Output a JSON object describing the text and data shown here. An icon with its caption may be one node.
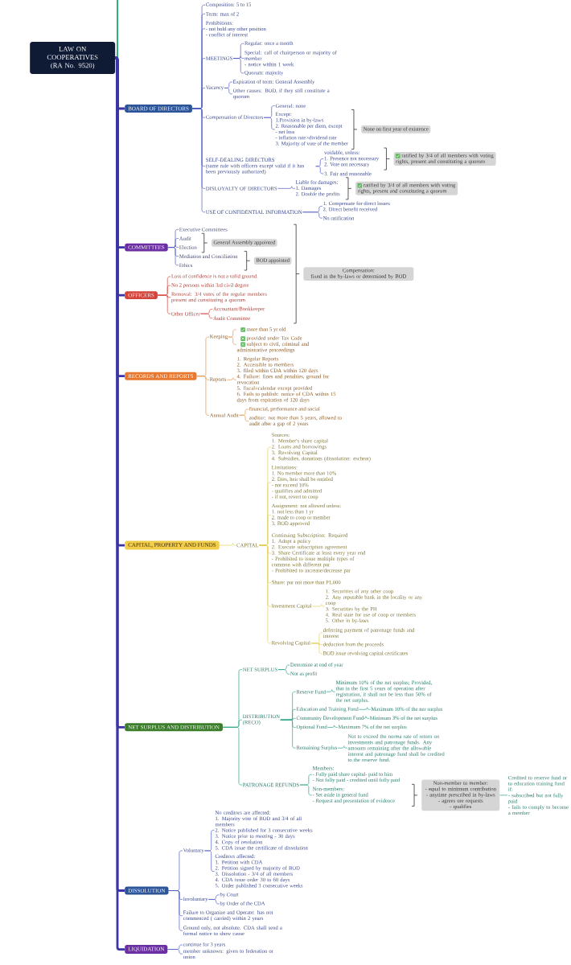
{
  "diagram": {
    "nodes": [
      {
        "text": [
          "LAW ON COOPERATIVES (RA No. 9520)"
        ]
      },
      {
        "text": [
          "BOARD OF DIRECTORS"
        ]
      },
      {
        "text": [
          "Composition: 5 to 15"
        ]
      },
      {
        "text": [
          "Term: max of 2"
        ]
      },
      {
        "text": [
          "Prohibitions:",
          "- not hold any other position",
          "- conflict of interest"
        ]
      },
      {
        "text": [
          "MEETINGS"
        ]
      },
      {
        "text": [
          "Regular: once a month"
        ]
      },
      {
        "text": [
          "Special: call of chairperson or majority of member",
          "- notice within 1 week"
        ]
      },
      {
        "text": [
          "Quorum: majority"
        ]
      },
      {
        "text": [
          "Vacancy"
        ]
      },
      {
        "text": [
          "Expiration of term: General Assembly"
        ]
      },
      {
        "text": [
          "Other causes: BOD, if they still constitute a quorum"
        ]
      },
      {
        "text": [
          "Compensation of Directors"
        ]
      },
      {
        "text": [
          "General: none"
        ]
      },
      {
        "text": [
          "Except:",
          "1.Provision in by-laws",
          "2. Reasonable per diem, except",
          "- net loss",
          "- inflation rate>dividend rate",
          "3. Majority of vote of the member"
        ]
      },
      {
        "text": [
          "None on first year of existence"
        ]
      },
      {
        "text": [
          "SELF-DEALING DIRECTORS",
          "(same rule with officers except valid if it has been previously authorized)"
        ]
      },
      {
        "text": [
          "voidable, unless:",
          "1. Presence not necessary",
          "2. Vote not necessary"
        ]
      },
      {
        "text": [
          "3. Fair and reasonable"
        ]
      },
      {
        "text": [
          "ratified by 3/4 of all members with voting rights, present and constituting a quorum"
        ]
      },
      {
        "text": [
          "DISLOYALTY OF DIRECTORS"
        ]
      },
      {
        "text": [
          "Liable for damages:",
          "1. Damages",
          "2. Double the profits"
        ]
      },
      {
        "text": [
          "ratified by 3/4 of all members with voting rights, present and constituting a quorum"
        ]
      },
      {
        "text": [
          "USE OF CONFIDENTIAL INFORMATION"
        ]
      },
      {
        "text": [
          "1. Compensate for direct losses",
          "2. Direct benefit received"
        ]
      },
      {
        "text": [
          "No ratification"
        ]
      },
      {
        "text": [
          "COMMITTEES"
        ]
      },
      {
        "text": [
          "Executive Committees"
        ]
      },
      {
        "text": [
          "Audit"
        ]
      },
      {
        "text": [
          "Election"
        ]
      },
      {
        "text": [
          "Mediation and Conciliation"
        ]
      },
      {
        "text": [
          "Ethics"
        ]
      },
      {
        "text": [
          "General Assembly appointed"
        ]
      },
      {
        "text": [
          "BOD appointed"
        ]
      },
      {
        "text": [
          "Compensation:",
          "fixed in the by-laws or determined by BOD"
        ]
      },
      {
        "text": [
          "OFFICERS"
        ]
      },
      {
        "text": [
          "Loss of confidence is not a valid ground."
        ]
      },
      {
        "text": [
          "No 2 persons within 3rd civil degree"
        ]
      },
      {
        "text": [
          "Removal: 3/4 votes of the regular members present  and constituting a quorum"
        ]
      },
      {
        "text": [
          "Other Officer"
        ]
      },
      {
        "text": [
          "Accountant/Bookkeeper"
        ]
      },
      {
        "text": [
          "Audit Committee"
        ]
      },
      {
        "text": [
          "RECORDS AND REPORTS"
        ]
      },
      {
        "text": [
          "Keeping"
        ]
      },
      {
        "text": [
          "more than 5 yr old"
        ]
      },
      {
        "text": [
          "provided under Tax Code",
          "subject to civil, criminal and administrative proceedings"
        ]
      },
      {
        "text": [
          "Reports"
        ]
      },
      {
        "text": [
          "1. Regular Reports",
          "2. Accessible to members",
          "3. filed within CDA within 120 days",
          "4. Failure: fines and penalties, ground for revocation",
          "5. fiscal=calendar except provided",
          "6. Fails to publish: notice of CDA within 15 days from expiration of 120 days"
        ]
      },
      {
        "text": [
          "Annual Audit"
        ]
      },
      {
        "text": [
          "financial, performance and social"
        ]
      },
      {
        "text": [
          "auditor: not more than 5 years, allowed to audit after a gap of 2 years"
        ]
      },
      {
        "text": [
          "CAPITAL, PROPERTY AND FUNDS"
        ]
      },
      {
        "text": [
          "CAPITAL"
        ]
      },
      {
        "text": [
          "Sources:",
          "1. Member's share capital",
          "2. Loans and borrowings",
          "3. Revolving Capital",
          "4. Subsidies, donations (dissolution: escheat)"
        ]
      },
      {
        "text": [
          "Limitations:",
          "1. No member more than 10%",
          "2. Dies, heir shall be entitled",
          "- not exceed 10%",
          "- qualifies and admitted",
          "- if not, revert to coop"
        ]
      },
      {
        "text": [
          "Assignment: not allowed unless:",
          "1. not less than 1 yr",
          "2. made to coop or member",
          "3. BOD approved"
        ]
      },
      {
        "text": [
          "Continuing Subscription: Required",
          "1. Adopt a policy",
          "2. Execute subscription agreement",
          "3. Share Certificate at least every year end",
          "- Prohibited to issue multiple types of common with different par",
          "- Prohibited to increase/decrease par"
        ]
      },
      {
        "text": [
          "Share: par not more than P1,000"
        ]
      },
      {
        "text": [
          "Investment Capital"
        ]
      },
      {
        "text": [
          "1. Securities of any other coop",
          "2. Any reputable bank in the locality or any coop",
          "3. Securities by the PH",
          "4. Real state for use of coop or members",
          "5. Other in by-laws"
        ]
      },
      {
        "text": [
          "Revolving Capital"
        ]
      },
      {
        "text": [
          "deferring payment of patronage funds and interest"
        ]
      },
      {
        "text": [
          "deduction from the proceeds"
        ]
      },
      {
        "text": [
          "BOD issue revolving capital certificates"
        ]
      },
      {
        "text": [
          "NET SURPLUS AND DISTRIBUTION"
        ]
      },
      {
        "text": [
          "NET SURPLUS"
        ]
      },
      {
        "text": [
          "Determine at end of year"
        ]
      },
      {
        "text": [
          "Not as profit"
        ]
      },
      {
        "text": [
          "DISTRIBUTION",
          "(RECO)"
        ]
      },
      {
        "text": [
          "Reserve Fund"
        ]
      },
      {
        "text": [
          "Minimum 10% of the net surplus; Provided, that in the first 5 years of operation after registration, it shall not be less than 50% of the net surplus."
        ]
      },
      {
        "text": [
          "Education and Training Fund"
        ]
      },
      {
        "text": [
          "Maximum 10% of the ner surplus"
        ]
      },
      {
        "text": [
          "Community Development Fund"
        ]
      },
      {
        "text": [
          "Minimum 3% of the net surplus"
        ]
      },
      {
        "text": [
          "Optional Fund"
        ]
      },
      {
        "text": [
          "Maximum 7% of the net surplus"
        ]
      },
      {
        "text": [
          "Remaining Surplus"
        ]
      },
      {
        "text": [
          "Not to exceed the norma rate of return on investments and patronage funds. Any amounts remaining after the allowable interest and patronage fund shall be credited to the reserve fund."
        ]
      },
      {
        "text": [
          "PATRONAGE REFUNDS"
        ]
      },
      {
        "text": [
          "Members:",
          "- Fully paid share capital- paid to him",
          "- Not fully paid - credited until fully paid"
        ]
      },
      {
        "text": [
          "Non-members:",
          "- Set aside in general fund",
          "- Request and presentation of evidence"
        ]
      },
      {
        "text": [
          "Non-member to member:",
          "- equal to minimum contribution",
          "- anytime prescribed in by-laws",
          "- agrees ore requests",
          "- qualifies"
        ]
      },
      {
        "text": [
          "Credited to reserve fund or to education training fund if:",
          "- subscribed but not fully paid",
          "- fails to comply to become a member"
        ]
      },
      {
        "text": [
          "DISSOLUTION"
        ]
      },
      {
        "text": [
          "Voluntary"
        ]
      },
      {
        "text": [
          "No creditors are affected:",
          "1. Majority vote of BOD and 3/4 of all members",
          "2. Notice published for 3 consecutive weeks",
          "3. Notice prior to meeting - 30 days",
          "4. Copy of resolution",
          "5. CDA issue the certificate of dissolution"
        ]
      },
      {
        "text": [
          "Creditors affected:",
          "1. Petition with CDA",
          "2. Petition signed by majority of BOD",
          "3. Dissolution - 3/4 of all members",
          "4. CDA issue order 30 to 60 days",
          "5. Order published 3 consecutive weeks"
        ]
      },
      {
        "text": [
          "Involuntary"
        ]
      },
      {
        "text": [
          "by Court"
        ]
      },
      {
        "text": [
          "by Order of the CDA"
        ]
      },
      {
        "text": [
          "Failure to Organize and Operate: has not commenced ( carried) within 2 years"
        ]
      },
      {
        "text": [
          "Ground only, not absolute. CDA shall send a formal notice to show cause"
        ]
      },
      {
        "text": [
          "LIQUIDATION"
        ]
      },
      {
        "text": [
          "continue for 3 years"
        ]
      },
      {
        "text": [
          "member unknown: given to federation or union"
        ]
      }
    ],
    "edges": [
      {
        "from": 0,
        "to": 1,
        "arrow": "none",
        "style": "thick",
        "color": "#3b35a6"
      },
      {
        "from": 0,
        "to": 26,
        "arrow": "none",
        "style": "thick",
        "color": "#3b35a6"
      },
      {
        "from": 0,
        "to": 35,
        "arrow": "none",
        "style": "thick",
        "color": "#3b35a6"
      },
      {
        "from": 0,
        "to": 42,
        "arrow": "none",
        "style": "thick",
        "color": "#3b35a6"
      },
      {
        "from": 0,
        "to": 51,
        "arrow": "none",
        "style": "thick",
        "color": "#3b35a6"
      },
      {
        "from": 0,
        "to": 64,
        "arrow": "none",
        "style": "thick",
        "color": "#3b35a6"
      },
      {
        "from": 0,
        "to": 84,
        "arrow": "none",
        "style": "thick",
        "color": "#3b35a6"
      },
      {
        "from": 0,
        "to": 93,
        "arrow": "none",
        "style": "thick",
        "color": "#3b35a6"
      },
      {
        "from": 1,
        "to": 2,
        "arrow": "none"
      },
      {
        "from": 1,
        "to": 3,
        "arrow": "none"
      },
      {
        "from": 1,
        "to": 4,
        "arrow": "none"
      },
      {
        "from": 1,
        "to": 5,
        "arrow": "none"
      },
      {
        "from": 1,
        "to": 9,
        "arrow": "none"
      },
      {
        "from": 1,
        "to": 12,
        "arrow": "none"
      },
      {
        "from": 1,
        "to": 16,
        "arrow": "none"
      },
      {
        "from": 1,
        "to": 20,
        "arrow": "none"
      },
      {
        "from": 1,
        "to": 23,
        "arrow": "none"
      },
      {
        "from": 5,
        "to": 6,
        "arrow": "none"
      },
      {
        "from": 5,
        "to": 7,
        "arrow": "none"
      },
      {
        "from": 5,
        "to": 8,
        "arrow": "none"
      },
      {
        "from": 9,
        "to": 10,
        "arrow": "none"
      },
      {
        "from": 9,
        "to": 11,
        "arrow": "none"
      },
      {
        "from": 12,
        "to": 13,
        "arrow": "none"
      },
      {
        "from": 12,
        "to": 14,
        "arrow": "none"
      },
      {
        "from": 16,
        "to": 17,
        "arrow": "none"
      },
      {
        "from": 16,
        "to": 18,
        "arrow": "none"
      },
      {
        "from": 20,
        "to": 21,
        "arrow": "none"
      },
      {
        "from": 23,
        "to": 24,
        "arrow": "none"
      },
      {
        "from": 23,
        "to": 25,
        "arrow": "none"
      },
      {
        "from": 26,
        "to": 27,
        "arrow": "none"
      },
      {
        "from": 26,
        "to": 28,
        "arrow": "none"
      },
      {
        "from": 26,
        "to": 29,
        "arrow": "none"
      },
      {
        "from": 26,
        "to": 30,
        "arrow": "none"
      },
      {
        "from": 26,
        "to": 31,
        "arrow": "none"
      },
      {
        "from": 35,
        "to": 36,
        "arrow": "none",
        "color": "#d3443a"
      },
      {
        "from": 35,
        "to": 37,
        "arrow": "none",
        "color": "#d3443a"
      },
      {
        "from": 35,
        "to": 38,
        "arrow": "none",
        "color": "#d3443a"
      },
      {
        "from": 35,
        "to": 39,
        "arrow": "none",
        "color": "#d3443a"
      },
      {
        "from": 39,
        "to": 40,
        "arrow": "none",
        "color": "#d3443a"
      },
      {
        "from": 39,
        "to": 41,
        "arrow": "none",
        "color": "#d3443a"
      },
      {
        "from": 42,
        "to": 43,
        "arrow": "none",
        "color": "#e3944c"
      },
      {
        "from": 42,
        "to": 46,
        "arrow": "none",
        "color": "#e3944c"
      },
      {
        "from": 42,
        "to": 48,
        "arrow": "none",
        "color": "#e3944c"
      },
      {
        "from": 43,
        "to": 44,
        "arrow": "none",
        "color": "#e3944c"
      },
      {
        "from": 43,
        "to": 45,
        "arrow": "none",
        "color": "#e3944c"
      },
      {
        "from": 46,
        "to": 47,
        "arrow": "none",
        "color": "#e3944c"
      },
      {
        "from": 48,
        "to": 49,
        "arrow": "none",
        "color": "#e3944c"
      },
      {
        "from": 48,
        "to": 50,
        "arrow": "none",
        "color": "#e3944c"
      },
      {
        "from": 51,
        "to": 52,
        "arrow": "none",
        "color": "#e6cf5a"
      },
      {
        "from": 52,
        "to": 53,
        "arrow": "none",
        "color": "#e6cf5a"
      },
      {
        "from": 52,
        "to": 54,
        "arrow": "none",
        "color": "#e6cf5a"
      },
      {
        "from": 52,
        "to": 55,
        "arrow": "none",
        "color": "#e6cf5a"
      },
      {
        "from": 52,
        "to": 56,
        "arrow": "none",
        "color": "#e6cf5a"
      },
      {
        "from": 52,
        "to": 57,
        "arrow": "none",
        "color": "#e6cf5a"
      },
      {
        "from": 52,
        "to": 58,
        "arrow": "none",
        "color": "#e6cf5a"
      },
      {
        "from": 52,
        "to": 60,
        "arrow": "none",
        "color": "#e6cf5a"
      },
      {
        "from": 58,
        "to": 59,
        "arrow": "none",
        "color": "#e6cf5a"
      },
      {
        "from": 60,
        "to": 61,
        "arrow": "none",
        "color": "#e6cf5a"
      },
      {
        "from": 60,
        "to": 62,
        "arrow": "none",
        "color": "#e6cf5a"
      },
      {
        "from": 60,
        "to": 63,
        "arrow": "none",
        "color": "#e6cf5a"
      },
      {
        "from": 64,
        "to": 65,
        "arrow": "none",
        "color": "#26a386"
      },
      {
        "from": 64,
        "to": 68,
        "arrow": "none",
        "color": "#26a386"
      },
      {
        "from": 64,
        "to": 79,
        "arrow": "none",
        "color": "#26a386"
      },
      {
        "from": 65,
        "to": 66,
        "arrow": "none",
        "color": "#26a386"
      },
      {
        "from": 65,
        "to": 67,
        "arrow": "none",
        "color": "#26a386"
      },
      {
        "from": 68,
        "to": 69,
        "arrow": "none",
        "color": "#26a386"
      },
      {
        "from": 68,
        "to": 71,
        "arrow": "none",
        "color": "#26a386"
      },
      {
        "from": 68,
        "to": 73,
        "arrow": "none",
        "color": "#26a386"
      },
      {
        "from": 68,
        "to": 75,
        "arrow": "none",
        "color": "#26a386"
      },
      {
        "from": 68,
        "to": 77,
        "arrow": "none",
        "color": "#26a386"
      },
      {
        "from": 69,
        "to": 70,
        "arrow": "none",
        "color": "#26a386"
      },
      {
        "from": 71,
        "to": 72,
        "arrow": "none",
        "color": "#26a386"
      },
      {
        "from": 73,
        "to": 74,
        "arrow": "none",
        "color": "#26a386"
      },
      {
        "from": 75,
        "to": 76,
        "arrow": "none",
        "color": "#26a386"
      },
      {
        "from": 77,
        "to": 78,
        "arrow": "none",
        "color": "#26a386"
      },
      {
        "from": 79,
        "to": 80,
        "arrow": "none",
        "color": "#26a386"
      },
      {
        "from": 79,
        "to": 81,
        "arrow": "none",
        "color": "#26a386"
      },
      {
        "from": 82,
        "to": 83,
        "arrow": "none",
        "color": "#26a386"
      },
      {
        "from": 84,
        "to": 85,
        "arrow": "none"
      },
      {
        "from": 84,
        "to": 88,
        "arrow": "none"
      },
      {
        "from": 84,
        "to": 91,
        "arrow": "none"
      },
      {
        "from": 84,
        "to": 92,
        "arrow": "none"
      },
      {
        "from": 85,
        "to": 86,
        "arrow": "none"
      },
      {
        "from": 85,
        "to": 87,
        "arrow": "none"
      },
      {
        "from": 88,
        "to": 89,
        "arrow": "none"
      },
      {
        "from": 88,
        "to": 90,
        "arrow": "none"
      },
      {
        "from": 93,
        "to": 94,
        "arrow": "none"
      },
      {
        "from": 93,
        "to": 95,
        "arrow": "none"
      }
    ]
  }
}
